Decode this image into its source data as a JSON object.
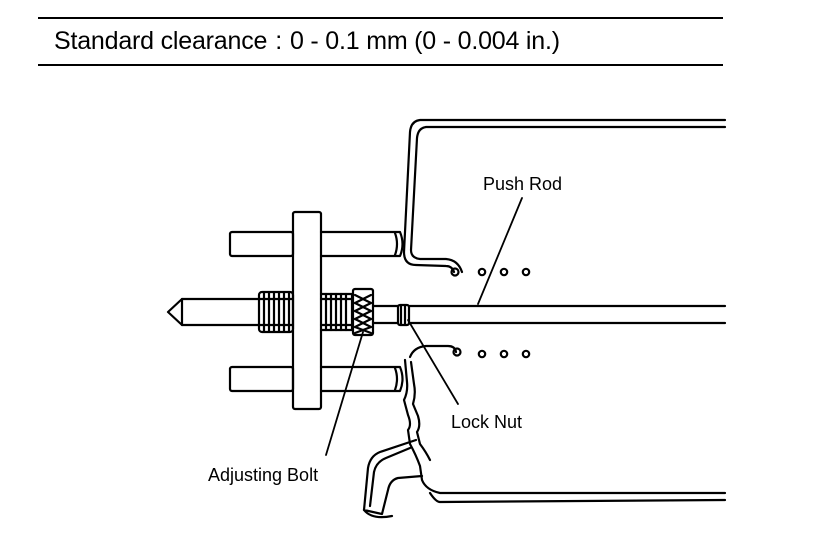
{
  "spec": {
    "label": "Standard clearance",
    "separator": ":",
    "value": "0 - 0.1 mm (0 - 0.004 in.)"
  },
  "labels": {
    "push_rod": "Push Rod",
    "lock_nut": "Lock Nut",
    "adjusting_bolt": "Adjusting Bolt"
  }
}
